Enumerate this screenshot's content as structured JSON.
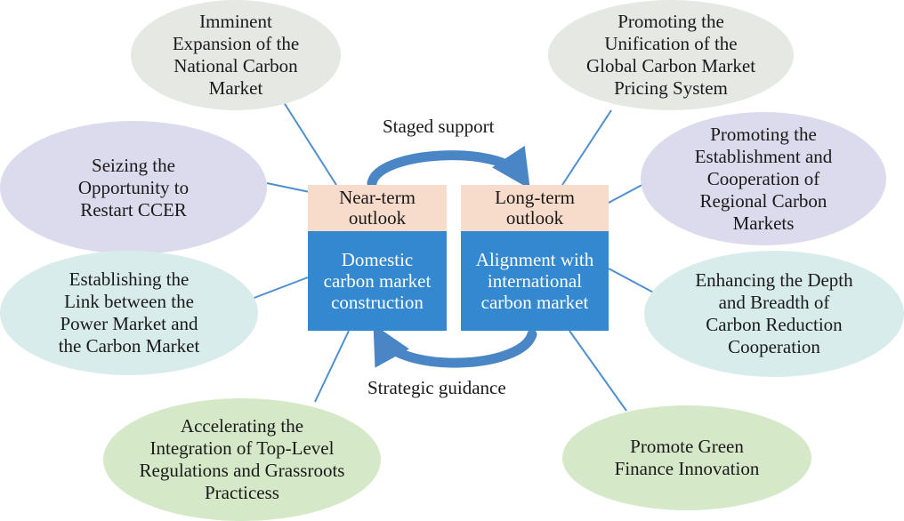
{
  "center": {
    "near_term_header": "Near-term\noutlook",
    "long_term_header": "Long-term\noutlook",
    "near_term_box": "Domestic\ncarbon market\nconstruction",
    "long_term_box": "Alignment with\ninternational\ncarbon market",
    "top_label": "Staged support",
    "bottom_label": "Strategic guidance"
  },
  "nodes": {
    "expansion": "Imminent\nExpansion of the\nNational Carbon\nMarket",
    "ccer": "Seizing the\nOpportunity to\nRestart CCER",
    "power_link": "Establishing the\nLink between the\nPower Market and\nthe Carbon Market",
    "regulations": "Accelerating the\nIntegration of Top-Level\nRegulations and Grassroots\nPracticess",
    "pricing": "Promoting the\nUnification of the\nGlobal Carbon Market\nPricing System",
    "regional": "Promoting the\nEstablishment and\nCooperation of\nRegional Carbon\nMarkets",
    "depth": "Enhancing the Depth\nand Breadth of\nCarbon Reduction\nCooperation",
    "green_finance": "Promote Green\nFinance Innovation"
  },
  "colors": {
    "box_blue": "#3388cf",
    "header_peach": "#f7dccb",
    "arrow_blue": "#4a86c5",
    "connector": "#4f8fd0",
    "node_gray": "#e6e8e4",
    "node_purple": "#dcdaed",
    "node_teal": "#d9ecec",
    "node_green": "#d5e9c8"
  }
}
